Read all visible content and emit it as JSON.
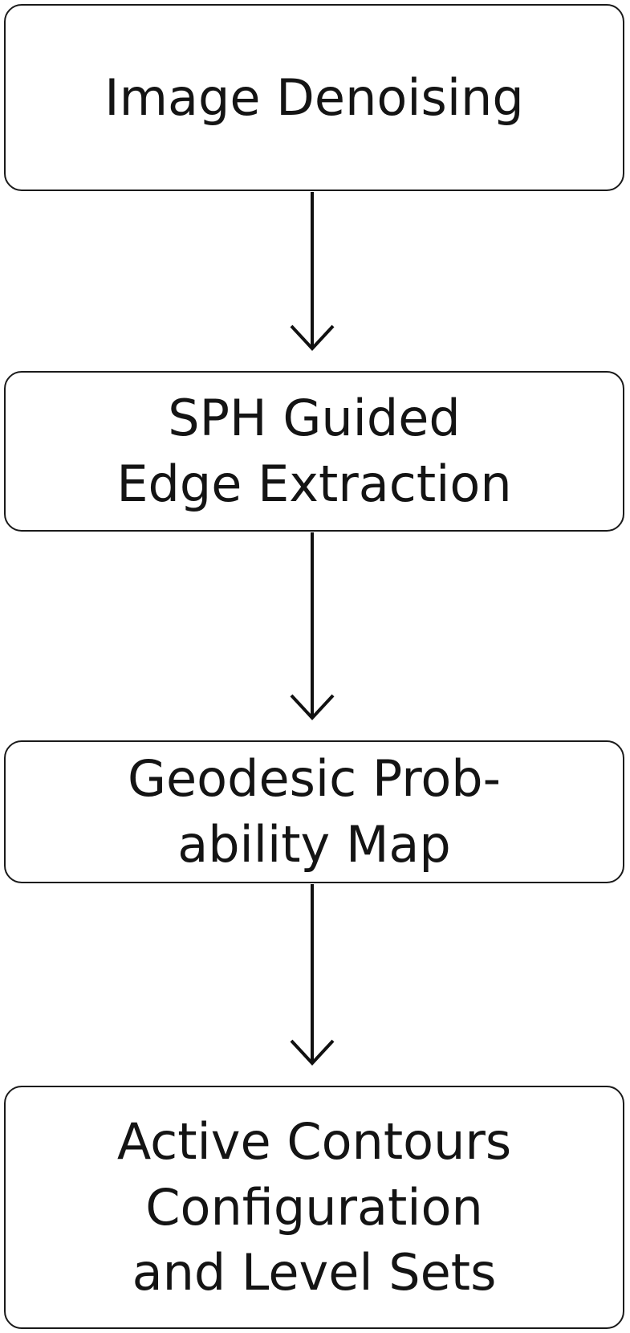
{
  "diagram": {
    "type": "flowchart",
    "orientation": "vertical-top-to-bottom",
    "title": "",
    "background_color": "#ffffff",
    "border_color": "#1a1a1a",
    "text_color": "#141414",
    "nodes": [
      {
        "id": "denoise",
        "name": "image-denoising",
        "lines": [
          "Image Denoising"
        ],
        "line1": "Image Denoising"
      },
      {
        "id": "edge",
        "name": "sph-guided-edge-extraction",
        "lines": [
          "SPH Guided",
          "Edge Extraction"
        ],
        "line1": "SPH Guided",
        "line2": "Edge Extraction"
      },
      {
        "id": "probmap",
        "name": "geodesic-probability-map",
        "lines": [
          "Geodesic Prob-",
          "ability Map"
        ],
        "line1": "Geodesic Prob-",
        "line2": "ability Map"
      },
      {
        "id": "contours",
        "name": "active-contours-configuration-and-level-sets",
        "lines": [
          "Active Contours",
          "Configuration",
          "and Level Sets"
        ],
        "line1": "Active Contours",
        "line2": "Configuration",
        "line3": "and Level Sets"
      }
    ],
    "edges": [
      {
        "id": "edge-1",
        "from": "denoise",
        "to": "edge",
        "label": "",
        "arrowhead": "open-v"
      },
      {
        "id": "edge-2",
        "from": "edge",
        "to": "probmap",
        "label": "",
        "arrowhead": "open-v"
      },
      {
        "id": "edge-3",
        "from": "probmap",
        "to": "contours",
        "label": "",
        "arrowhead": "open-v"
      }
    ]
  }
}
